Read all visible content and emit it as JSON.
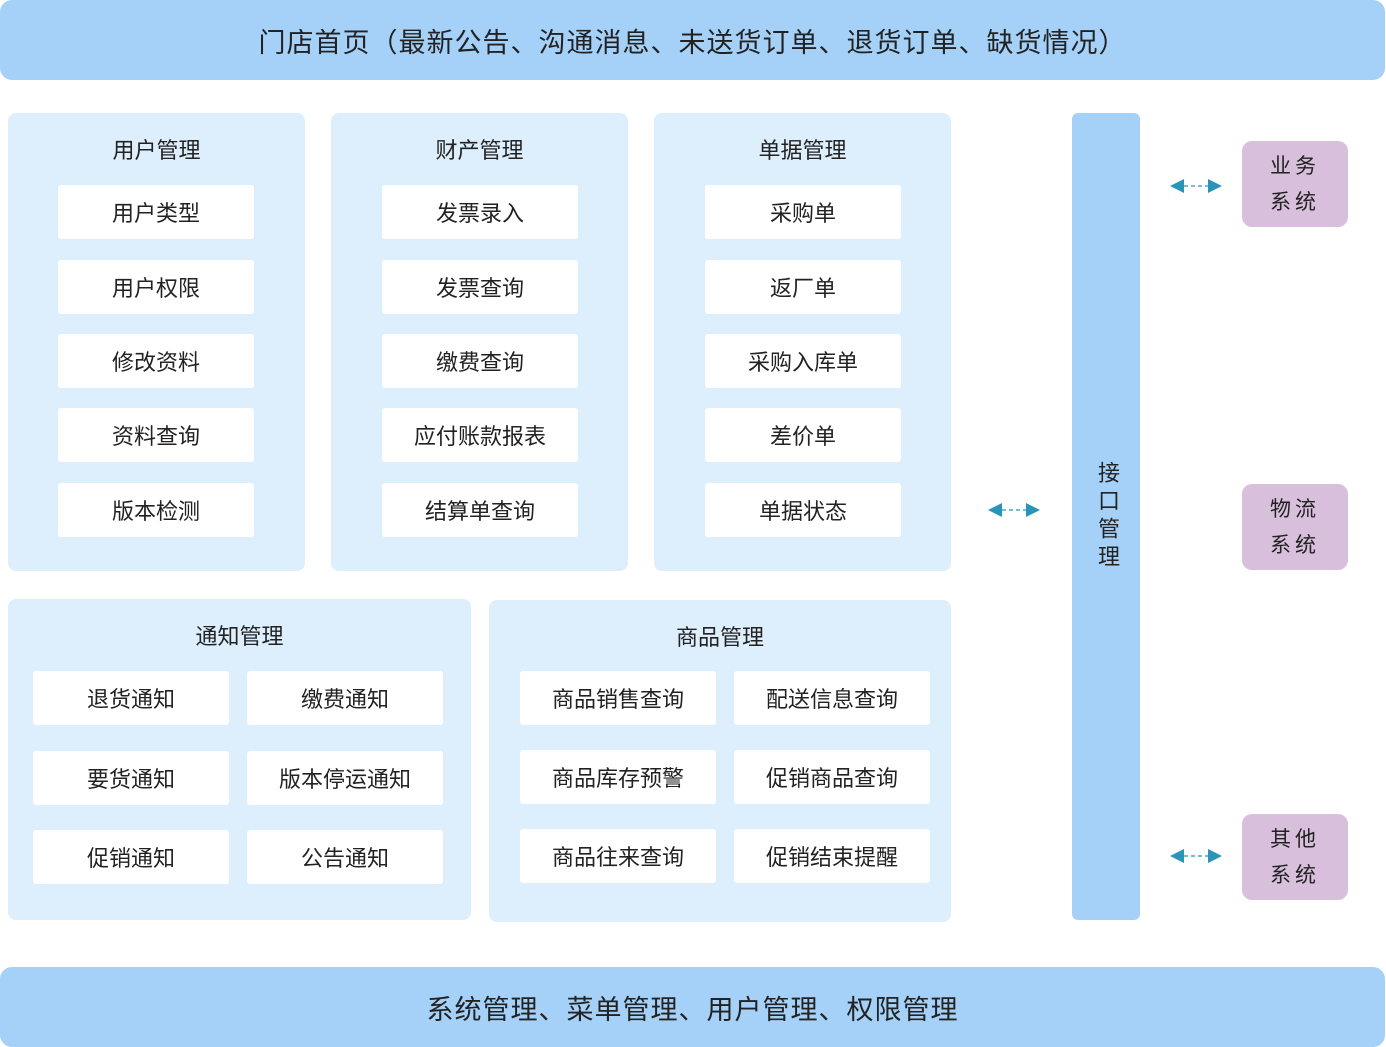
{
  "header": "门店首页（最新公告、沟通消息、未送货订单、退货订单、缺货情况）",
  "footer": "系统管理、菜单管理、用户管理、权限管理",
  "interface": "接口管理",
  "groups": [
    {
      "title": "用户管理",
      "items": [
        "用户类型",
        "用户权限",
        "修改资料",
        "资料查询",
        "版本检测"
      ]
    },
    {
      "title": "财产管理",
      "items": [
        "发票录入",
        "发票查询",
        "缴费查询",
        "应付账款报表",
        "结算单查询"
      ]
    },
    {
      "title": "单据管理",
      "items": [
        "采购单",
        "返厂单",
        "采购入库单",
        "差价单",
        "单据状态"
      ]
    },
    {
      "title": "通知管理",
      "items": [
        "退货通知",
        "缴费通知",
        "要货通知",
        "版本停运通知",
        "促销通知",
        "公告通知"
      ]
    },
    {
      "title": "商品管理",
      "items": [
        "商品销售查询",
        "配送信息查询",
        "商品库存预警",
        "促销商品查询",
        "商品往来查询",
        "促销结束提醒"
      ]
    }
  ],
  "systems": [
    {
      "line1": "业务",
      "line2": "系统"
    },
    {
      "line1": "物流",
      "line2": "系统"
    },
    {
      "line1": "其他",
      "line2": "系统"
    }
  ],
  "colors": {
    "bar": "#a5d1f8",
    "panel": "#ddeefc",
    "system": "#d8bfdc",
    "arrow": "#2a93b8"
  }
}
